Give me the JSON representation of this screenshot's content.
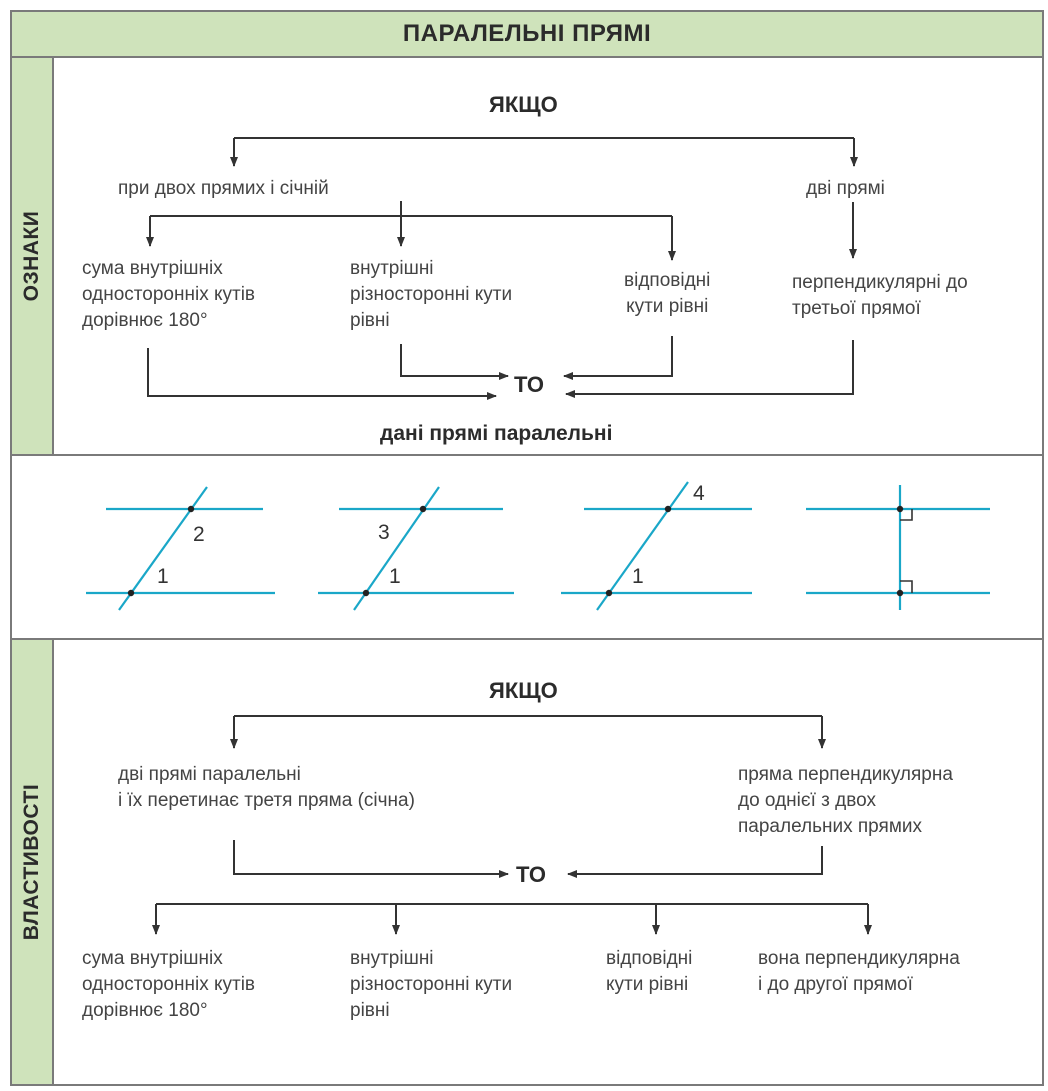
{
  "title": "ПАРАЛЕЛЬНІ ПРЯМІ",
  "colors": {
    "header_bg": "#cfe3bb",
    "line_color": "#1aa7c8",
    "border": "#7a7a7a"
  },
  "signs": {
    "label": "ОЗНАКИ",
    "if": "ЯКЩО",
    "branch_left": "при двох прямих і січній",
    "branch_right": "дві прямі",
    "cond1": [
      "сума внутрішніх",
      "односторонніх кутів",
      "дорівнює 180°"
    ],
    "cond2": [
      "внутрішні",
      "різносторонні кути",
      "рівні"
    ],
    "cond3": [
      "відповідні",
      "кути рівні"
    ],
    "cond4": [
      "перпендикулярні до",
      "третьої прямої"
    ],
    "then": "ТО",
    "conclusion": "дані прямі паралельні"
  },
  "figures": {
    "fig1": {
      "label_top": "2",
      "label_bottom": "1"
    },
    "fig2": {
      "label_top": "3",
      "label_bottom": "1"
    },
    "fig3": {
      "label_top": "4",
      "label_bottom": "1"
    }
  },
  "properties": {
    "label": "ВЛАСТИВОСТІ",
    "if": "ЯКЩО",
    "cond_left": [
      "дві прямі паралельні",
      "і їх перетинає третя пряма (січна)"
    ],
    "cond_right": [
      "пряма перпендикулярна",
      "до однієї з двох",
      "паралельних прямих"
    ],
    "then": "ТО",
    "res1": [
      "сума внутрішніх",
      "односторонніх кутів",
      "дорівнює 180°"
    ],
    "res2": [
      "внутрішні",
      "різносторонні кути",
      "рівні"
    ],
    "res3": [
      "відповідні",
      "кути рівні"
    ],
    "res4": [
      "вона перпендикулярна",
      "і до другої прямої"
    ]
  }
}
